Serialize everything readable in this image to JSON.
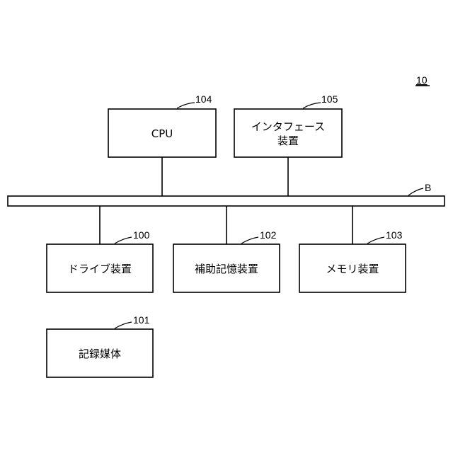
{
  "figure_ref": "10",
  "bus": {
    "ref": "B"
  },
  "components": {
    "cpu": {
      "label": "CPU",
      "ref": "104"
    },
    "interface": {
      "label_line1": "インタフェース",
      "label_line2": "装置",
      "ref": "105"
    },
    "drive": {
      "label": "ドライブ装置",
      "ref": "100"
    },
    "aux_storage": {
      "label": "補助記憶装置",
      "ref": "102"
    },
    "memory": {
      "label": "メモリ装置",
      "ref": "103"
    },
    "recording_medium": {
      "label": "記録媒体",
      "ref": "101"
    }
  }
}
